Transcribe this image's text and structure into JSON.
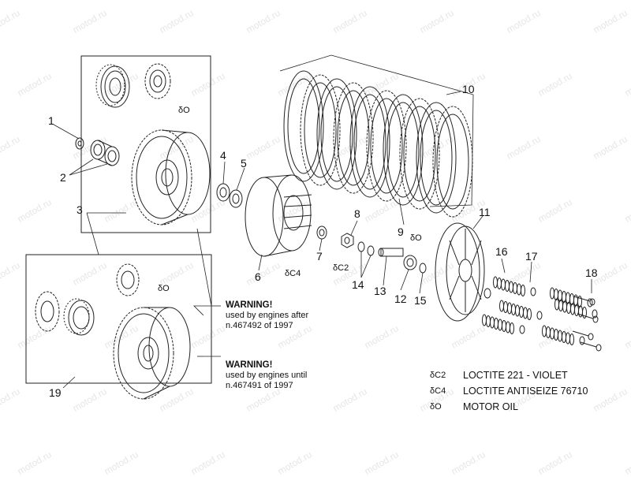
{
  "watermark": "motod.ru",
  "callouts": [
    "1",
    "2",
    "3",
    "4",
    "5",
    "6",
    "7",
    "8",
    "9",
    "10",
    "11",
    "12",
    "13",
    "14",
    "15",
    "16",
    "17",
    "18",
    "19"
  ],
  "markers": {
    "oil": "δO",
    "c2": "δC2",
    "c4": "δC4"
  },
  "warnings": [
    {
      "title": "WARNING!",
      "line1": "used by engines after",
      "line2": "n.467492 of 1997"
    },
    {
      "title": "WARNING!",
      "line1": "used by engines until",
      "line2": "n.467491 of 1997"
    }
  ],
  "legend": [
    {
      "code": "δC2",
      "text": "LOCTITE 221 - VIOLET"
    },
    {
      "code": "δC4",
      "text": "LOCTITE ANTISEIZE 76710"
    },
    {
      "code": "δO",
      "text": "MOTOR OIL"
    }
  ],
  "colors": {
    "line": "#222222",
    "watermark": "#e6e6e6"
  }
}
